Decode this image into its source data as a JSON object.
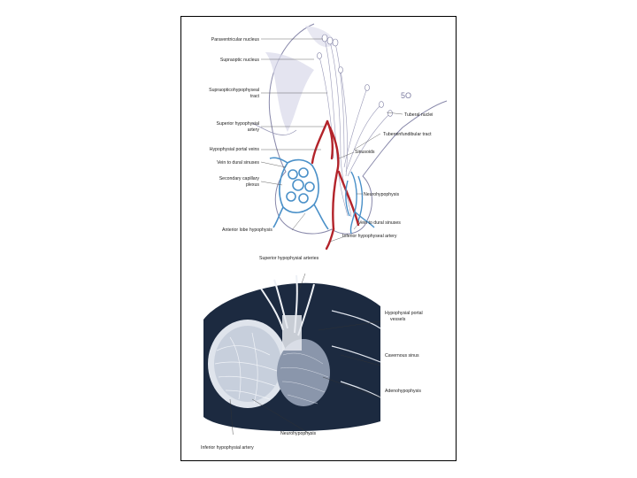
{
  "labels": {
    "paraventricular": "Paraventricular nucleus",
    "supraoptic": "Supraoptic nucleus",
    "supraopticohypophyseal_1": "Supraopticohypophyseal",
    "supraopticohypophyseal_2": "tract",
    "superior_hyp_1": "Superior hypophysial",
    "superior_hyp_2": "artery",
    "hyp_portal_veins": "Hypophysial portal veins",
    "vein_dural_left": "Vein to dural sinuses",
    "secondary_1": "Secondary capillary",
    "secondary_2": "plexus",
    "anterior_lobe": "Anterior lobe hypophysis",
    "tuberal_nuclei": "Tuberal nuclei",
    "tuberoinfundibular": "Tuberoinfundibular tract",
    "sinusoids": "Sinusoids",
    "neurohypophysis_top": "Neurohypophysis",
    "vein_dural_right": "Vein to dural sinuses",
    "inferior_hyp_top": "Inferior hypophyseal artery"
  },
  "photo_labels": {
    "superior_hyp": "Superior hypophysial arteries",
    "portal_vessels_1": "Hypophysial portal",
    "portal_vessels_2": "vessels",
    "cavernous": "Cavernous sinus",
    "adenohypophysis": "Adenohypophysis",
    "neurohypophysis": "Neurohypophysis",
    "inferior_hyp": "Inferior hypophysial artery"
  },
  "colors": {
    "artery": "#b3232a",
    "vein": "#4a90c8",
    "neuron": "#9090b8",
    "photo_bg": "#1c2a40"
  }
}
